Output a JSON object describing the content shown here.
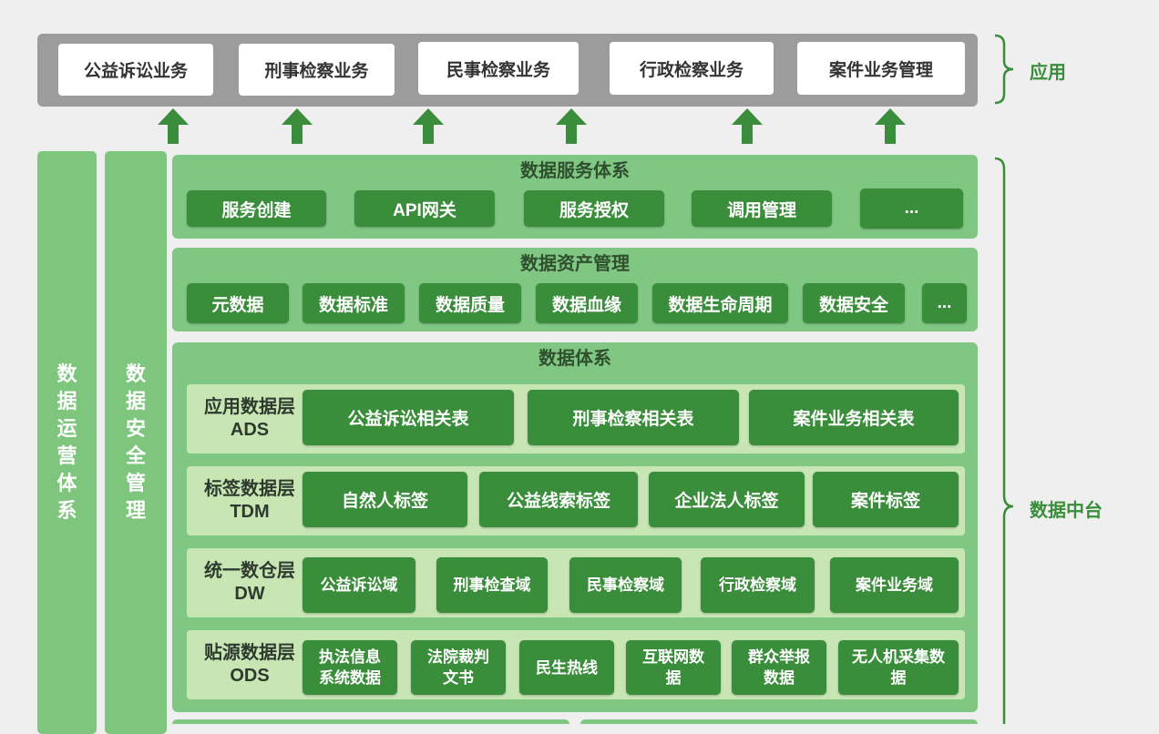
{
  "application": {
    "label": "应用",
    "items": [
      "公益诉讼业务",
      "刑事检察业务",
      "民事检察业务",
      "行政检察业务",
      "案件业务管理"
    ]
  },
  "middle_platform_label": "数据中台",
  "side": {
    "operation": "数据运营体系",
    "security": "数据安全管理"
  },
  "service": {
    "title": "数据服务体系",
    "items": [
      "服务创建",
      "API网关",
      "服务授权",
      "调用管理",
      "..."
    ]
  },
  "asset": {
    "title": "数据资产管理",
    "items": [
      "元数据",
      "数据标准",
      "数据质量",
      "数据血缘",
      "数据生命周期",
      "数据安全",
      "..."
    ]
  },
  "system": {
    "title": "数据体系",
    "layers": [
      {
        "name": "应用数据层",
        "code": "ADS",
        "items": [
          "公益诉讼相关表",
          "刑事检察相关表",
          "案件业务相关表"
        ]
      },
      {
        "name": "标签数据层",
        "code": "TDM",
        "items": [
          "自然人标签",
          "公益线索标签",
          "企业法人标签",
          "案件标签"
        ]
      },
      {
        "name": "统一数仓层",
        "code": "DW",
        "items": [
          "公益诉讼域",
          "刑事检查域",
          "民事检察域",
          "行政检察域",
          "案件业务域"
        ]
      },
      {
        "name": "贴源数据层",
        "code": "ODS",
        "items": [
          "执法信息系统数据",
          "法院裁判文书",
          "民生热线",
          "互联网数据",
          "群众举报数据",
          "无人机采集数据"
        ]
      }
    ]
  },
  "colors": {
    "background": "#efefef",
    "app_bar": "#9c9c9c",
    "section": "#81c784",
    "box": "#3a8d3a",
    "layer": "#c8e6b4",
    "accent": "#3a8d3a"
  }
}
